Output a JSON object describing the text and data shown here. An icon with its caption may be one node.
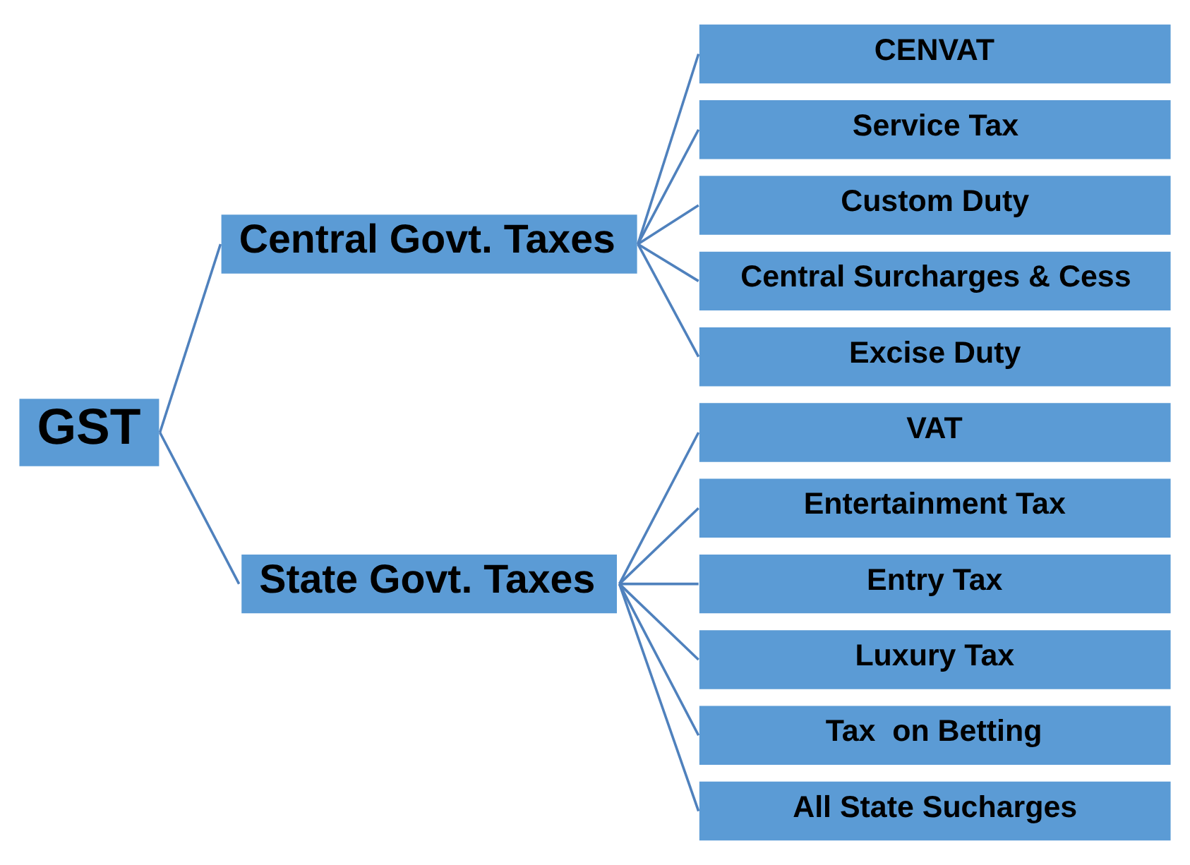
{
  "diagram": {
    "nodes": [
      {
        "text": [
          "GST"
        ]
      },
      {
        "text": [
          "Central Govt. Taxes"
        ]
      },
      {
        "text": [
          "State Govt. Taxes"
        ]
      },
      {
        "text": [
          "CENVAT"
        ]
      },
      {
        "text": [
          "Service Tax"
        ]
      },
      {
        "text": [
          "Custom Duty"
        ]
      },
      {
        "text": [
          "Central Surcharges & Cess"
        ]
      },
      {
        "text": [
          "Excise Duty"
        ]
      },
      {
        "text": [
          "VAT"
        ]
      },
      {
        "text": [
          "Entertainment Tax"
        ]
      },
      {
        "text": [
          "Entry Tax"
        ]
      },
      {
        "text": [
          "Luxury Tax"
        ]
      },
      {
        "text": [
          "Tax  on Betting"
        ]
      },
      {
        "text": [
          "All State Sucharges"
        ]
      }
    ],
    "edges": [
      {
        "from": 0,
        "to": 1,
        "arrow": "none"
      },
      {
        "from": 0,
        "to": 2,
        "arrow": "none"
      },
      {
        "from": 1,
        "to": 3,
        "arrow": "none"
      },
      {
        "from": 1,
        "to": 4,
        "arrow": "none"
      },
      {
        "from": 1,
        "to": 5,
        "arrow": "none"
      },
      {
        "from": 1,
        "to": 6,
        "arrow": "none"
      },
      {
        "from": 1,
        "to": 7,
        "arrow": "none"
      },
      {
        "from": 2,
        "to": 8,
        "arrow": "none"
      },
      {
        "from": 2,
        "to": 9,
        "arrow": "none"
      },
      {
        "from": 2,
        "to": 10,
        "arrow": "none"
      },
      {
        "from": 2,
        "to": 11,
        "arrow": "none"
      },
      {
        "from": 2,
        "to": 12,
        "arrow": "none"
      },
      {
        "from": 2,
        "to": 13,
        "arrow": "none"
      }
    ]
  }
}
